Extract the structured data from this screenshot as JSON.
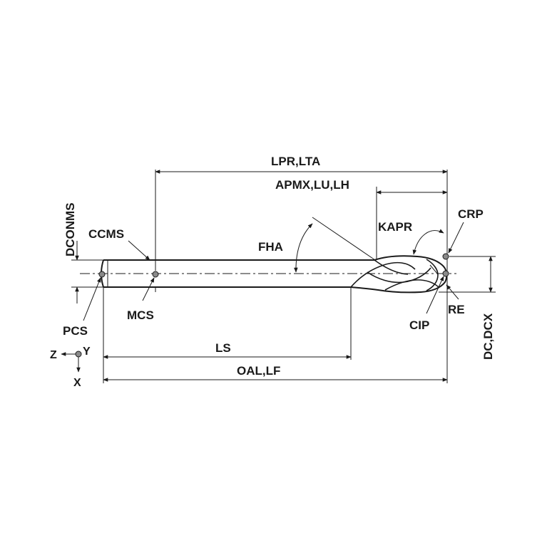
{
  "labels": {
    "lpr_lta": "LPR,LTA",
    "apmx_lu_lh": "APMX,LU,LH",
    "dconms": "DCONMS",
    "ccms": "CCMS",
    "fha": "FHA",
    "kapr": "KAPR",
    "crp": "CRP",
    "mcs": "MCS",
    "pcs": "PCS",
    "cip": "CIP",
    "re": "RE",
    "dc_dcx": "DC,DCX",
    "ls": "LS",
    "oal_lf": "OAL,LF"
  },
  "axes": {
    "z": "Z",
    "y": "Y",
    "x": "X"
  },
  "colors": {
    "ink": "#1a1a1a",
    "point_fill": "#8a8a8a",
    "background": "#ffffff"
  }
}
